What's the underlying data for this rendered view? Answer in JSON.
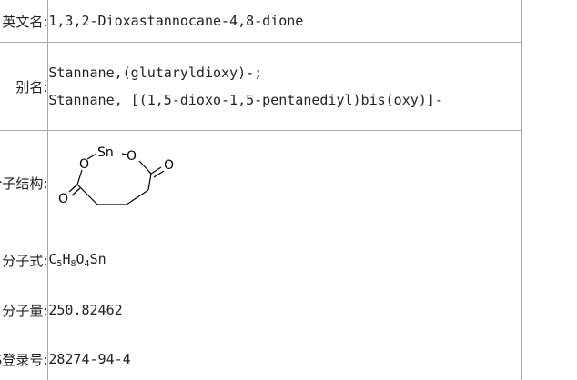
{
  "rows": [
    {
      "label": "英文名:",
      "value": "1,3,2-Dioxastannocane-4,8-dione"
    },
    {
      "label": "别名:",
      "aliases": [
        "Stannane,(glutaryldioxy)-;",
        "Stannane, [(1,5-dioxo-1,5-pentanediyl)bis(oxy)]-"
      ]
    },
    {
      "label": "分子结构:",
      "atoms": {
        "sn": "Sn",
        "o_ring_left": "O",
        "o_ring_right": "O",
        "o_carbonyl_left": "O",
        "o_carbonyl_right": "O"
      }
    },
    {
      "label": "分子式:",
      "formula": [
        {
          "t": "C"
        },
        {
          "s": "5"
        },
        {
          "t": "H"
        },
        {
          "s": "8"
        },
        {
          "t": "O"
        },
        {
          "s": "4"
        },
        {
          "t": "Sn"
        }
      ]
    },
    {
      "label": "分子量:",
      "value": "250.82462"
    },
    {
      "label": "CAS登录号:",
      "value": "28274-94-4"
    }
  ]
}
